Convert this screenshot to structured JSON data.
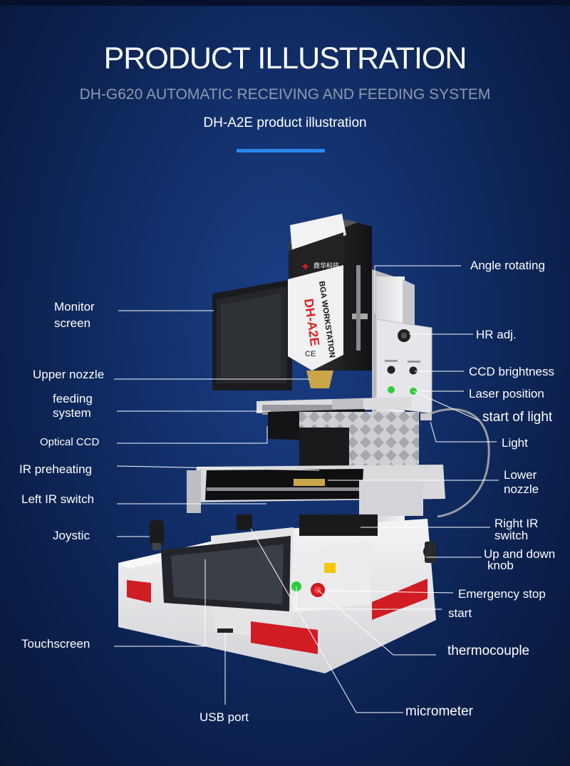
{
  "header": {
    "title": "PRODUCT ILLUSTRATION",
    "subtitle": "DH-G620 AUTOMATIC RECEIVING AND FEEDING SYSTEM",
    "product_line": "DH-A2E  product illustration"
  },
  "colors": {
    "background": "#12306c",
    "accent_bar": "#2d86ee",
    "machine_body": "#e9e9ec",
    "machine_dark": "#1a1a1c",
    "red_panel": "#d01c23"
  },
  "machine": {
    "head_brand": "鼎华科技",
    "head_model": "DH-A2E",
    "head_series": "BGA WORKSTATION",
    "head_mark": "CE"
  },
  "callouts": {
    "left": {
      "monitor_1": "Monitor",
      "monitor_2": "screen",
      "upper_nozzle": "Upper nozzle",
      "feeding_1": "feeding",
      "feeding_2": "system",
      "optical_ccd": "Optical CCD",
      "ir_preheating": "IR preheating",
      "left_ir_switch": "Left IR switch",
      "joystic": "Joystic",
      "touchscreen": "Touchscreen"
    },
    "right": {
      "angle_rotating": "Angle rotating",
      "hr_adj": "HR adj.",
      "ccd_brightness": "CCD brightness",
      "laser_position": "Laser position",
      "start_of_light": "start of light",
      "light": "Light",
      "lower_nozzle_1": "Lower",
      "lower_nozzle_2": "nozzle",
      "right_ir_1": "Right IR",
      "right_ir_2": "switch",
      "up_down_1": "Up and down",
      "up_down_2": "knob",
      "emergency_stop": "Emergency stop",
      "start": "start",
      "thermocouple": "thermocouple",
      "micrometer": "micrometer"
    },
    "bottom": {
      "usb_port": "USB port"
    }
  }
}
